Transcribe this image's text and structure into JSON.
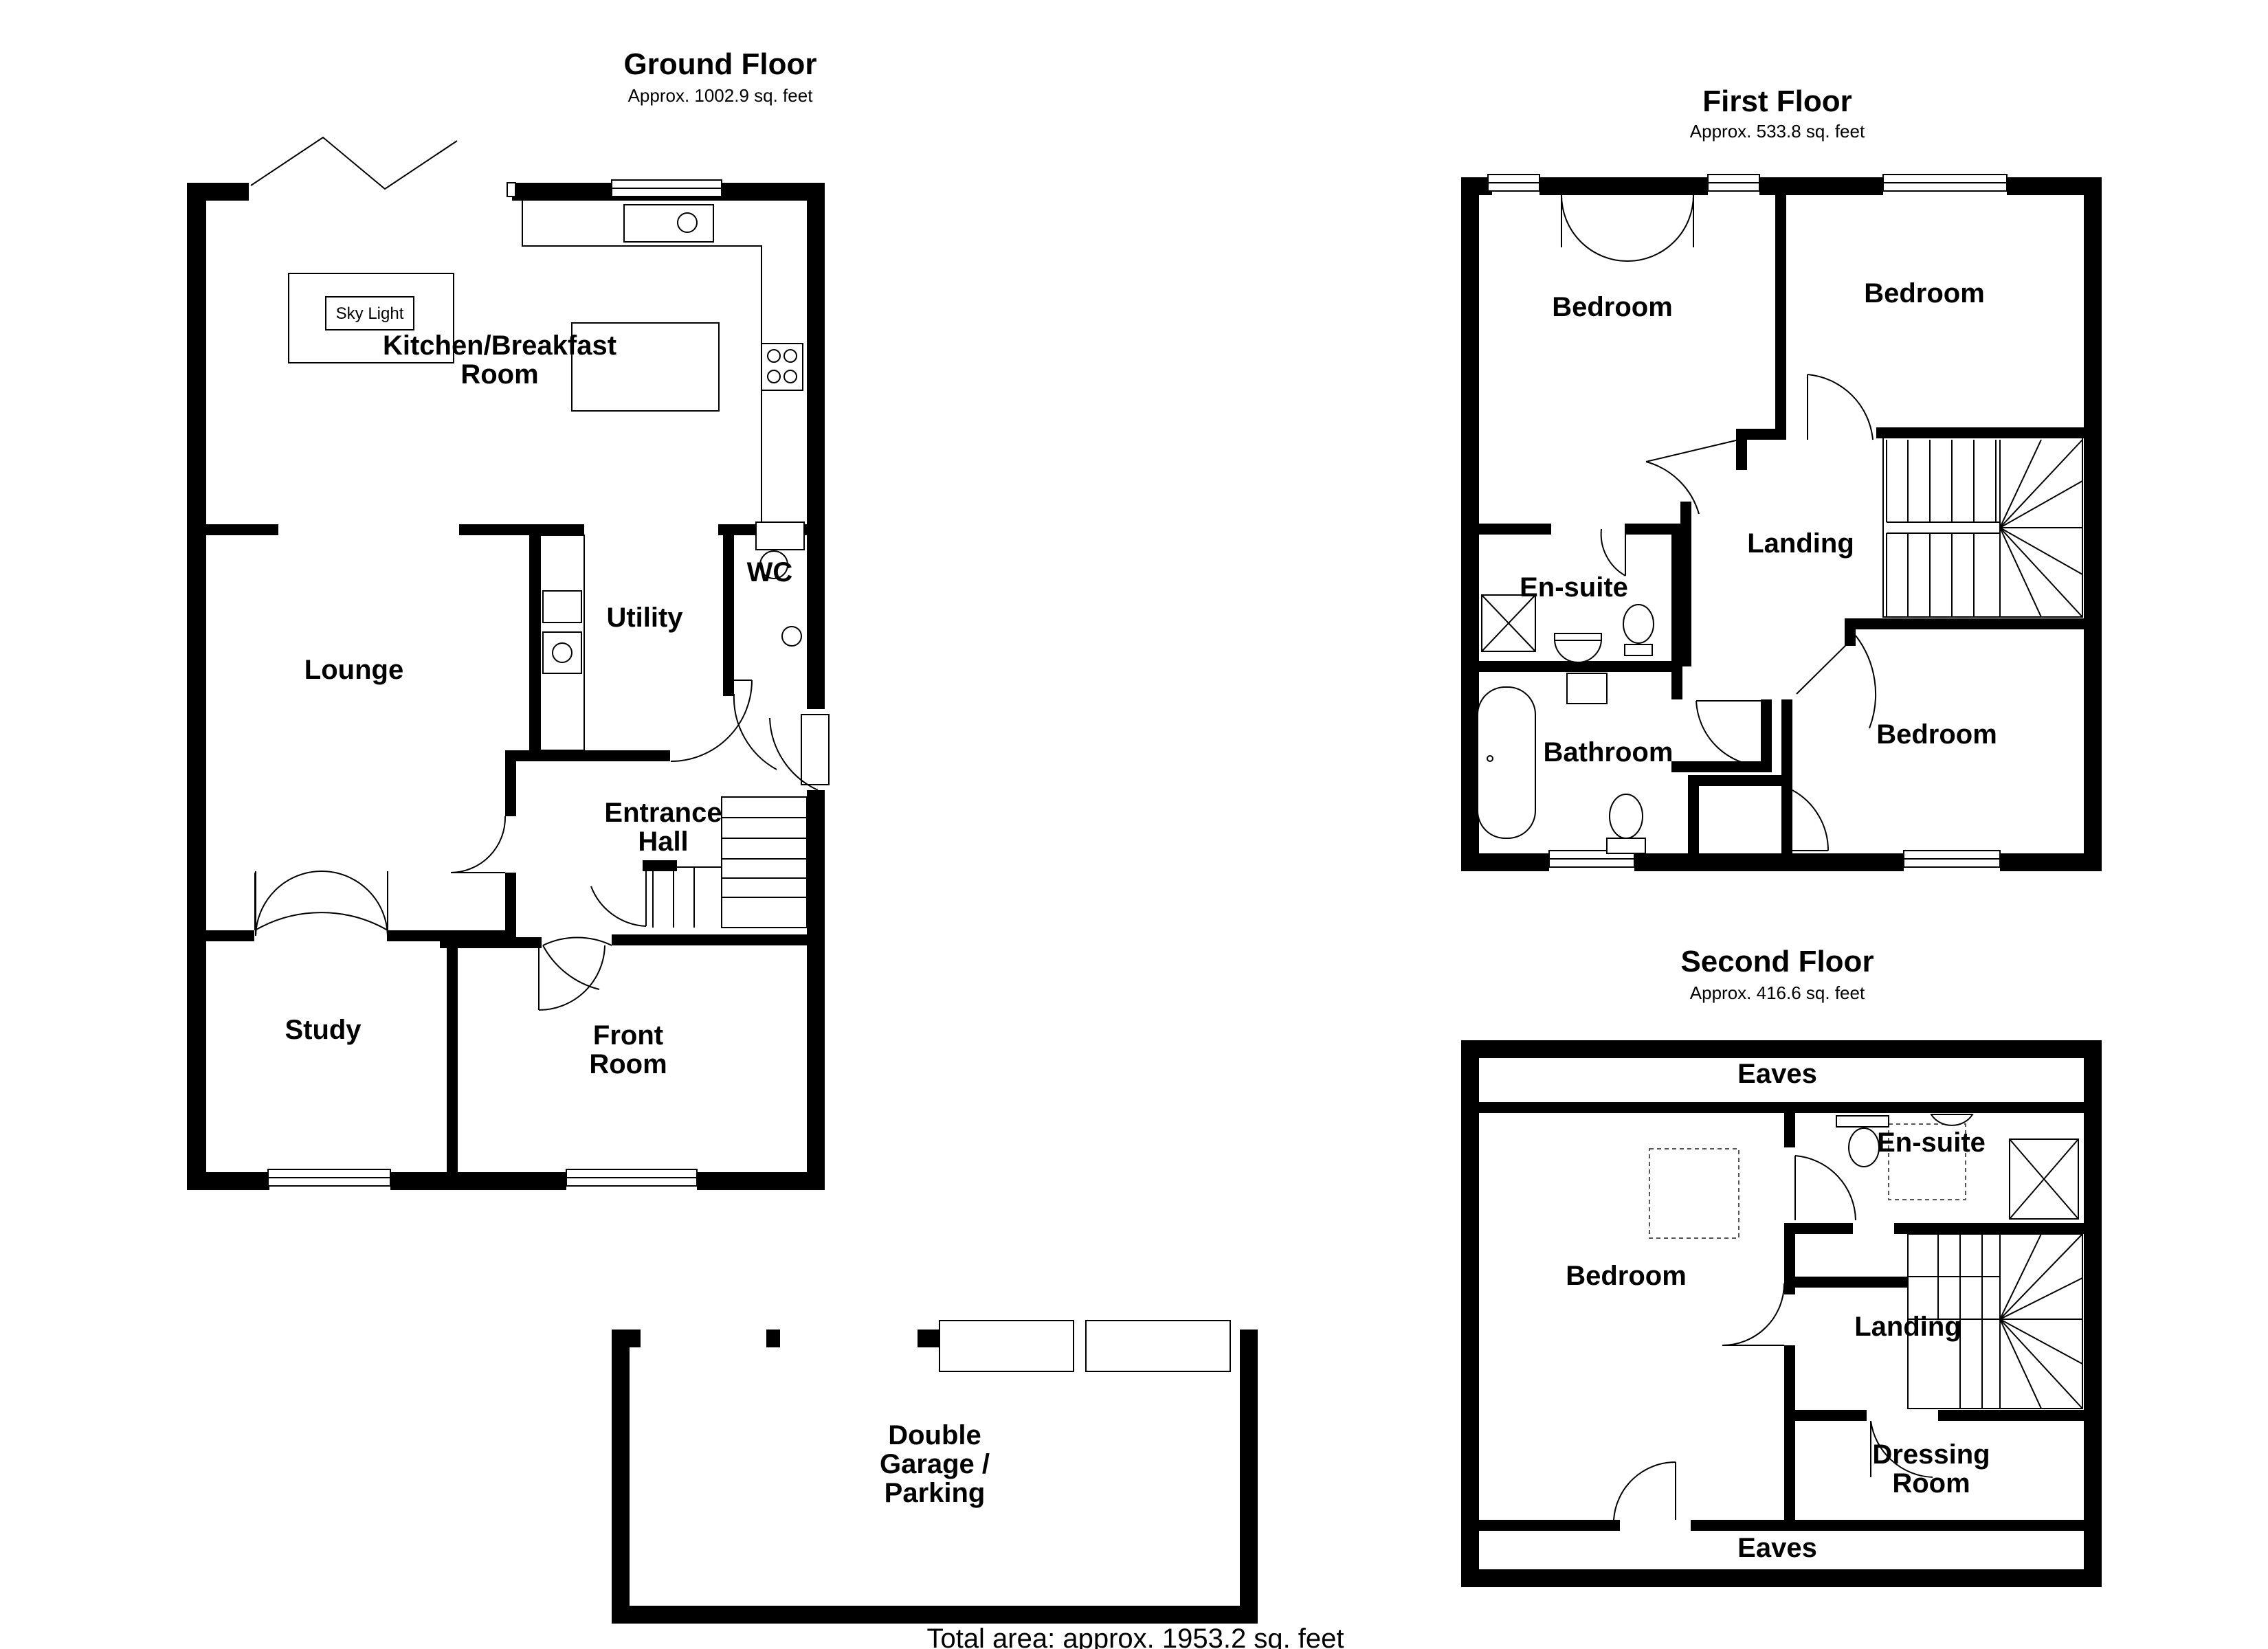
{
  "floors": {
    "ground": {
      "title": "Ground Floor",
      "area": "Approx. 1002.9 sq. feet"
    },
    "first": {
      "title": "First Floor",
      "area": "Approx. 533.8 sq. feet"
    },
    "second": {
      "title": "Second Floor",
      "area": "Approx. 416.6 sq. feet"
    }
  },
  "rooms": {
    "ground": {
      "kitchen_1": "Kitchen/Breakfast",
      "kitchen_2": "Room",
      "sky_light": "Sky Light",
      "lounge": "Lounge",
      "utility": "Utility",
      "wc": "WC",
      "entrance_1": "Entrance",
      "entrance_2": "Hall",
      "study": "Study",
      "front_1": "Front",
      "front_2": "Room",
      "garage_1": "Double",
      "garage_2": "Garage /",
      "garage_3": "Parking"
    },
    "first": {
      "bedroom_1": "Bedroom",
      "bedroom_2": "Bedroom",
      "bedroom_3": "Bedroom",
      "landing": "Landing",
      "ensuite": "En-suite",
      "bathroom": "Bathroom"
    },
    "second": {
      "eaves_top": "Eaves",
      "eaves_bottom": "Eaves",
      "bedroom": "Bedroom",
      "ensuite": "En-suite",
      "landing": "Landing",
      "dressing_1": "Dressing",
      "dressing_2": "Room"
    }
  },
  "total_area": "Total area: approx. 1953.2 sq. feet"
}
